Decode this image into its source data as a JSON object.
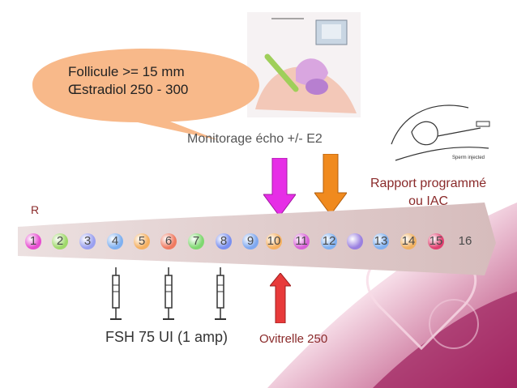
{
  "bubble": {
    "line1": "Follicule >= 15 mm",
    "line2": "Œstradiol 250 - 300"
  },
  "monitoring_label": "Monitorage écho +/- E2",
  "rapport": {
    "line1": "Rapport programmé",
    "line2": "ou  IAC"
  },
  "r_label": "R",
  "fsh_label": "FSH 75 UI (1 amp)",
  "ovitrelle_label": "Ovitrelle 250",
  "timeline": {
    "days": [
      "1",
      "2",
      "3",
      "4",
      "5",
      "6",
      "7",
      "8",
      "9",
      "10",
      "11",
      "12",
      "",
      "13",
      "14",
      "15",
      "16"
    ]
  },
  "colors": {
    "arrow_band": "#d9c6c6",
    "down_arrow_magenta": "#e62ee6",
    "down_arrow_orange": "#f08a1e",
    "up_arrow_red": "#e83a3a",
    "bubble": "#f8b98a",
    "accent_dark_red": "#8a2a2a"
  }
}
